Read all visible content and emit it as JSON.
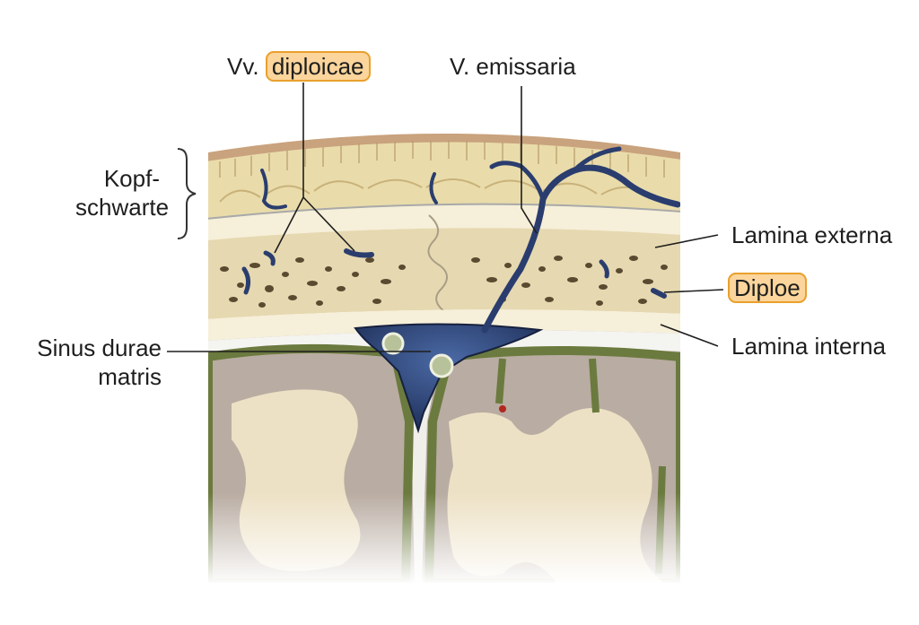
{
  "labels": {
    "vv_prefix": "Vv.",
    "vv_highlight": "diploicae",
    "emissaria": "V. emissaria",
    "kopf_line1": "Kopf-",
    "kopf_line2": "schwarte",
    "lamina_externa": "Lamina externa",
    "diploe": "Diploe",
    "lamina_interna": "Lamina interna",
    "sinus_line1": "Sinus durae",
    "sinus_line2": "matris"
  },
  "colors": {
    "highlight_fill": "#fbd59b",
    "highlight_border": "#e9a02d",
    "vein": "#2a3d6e",
    "bone": "#efe3bf",
    "brain_grey": "#b9aca2",
    "white_matter": "#ede1c5",
    "pia": "#6b7a3e"
  }
}
